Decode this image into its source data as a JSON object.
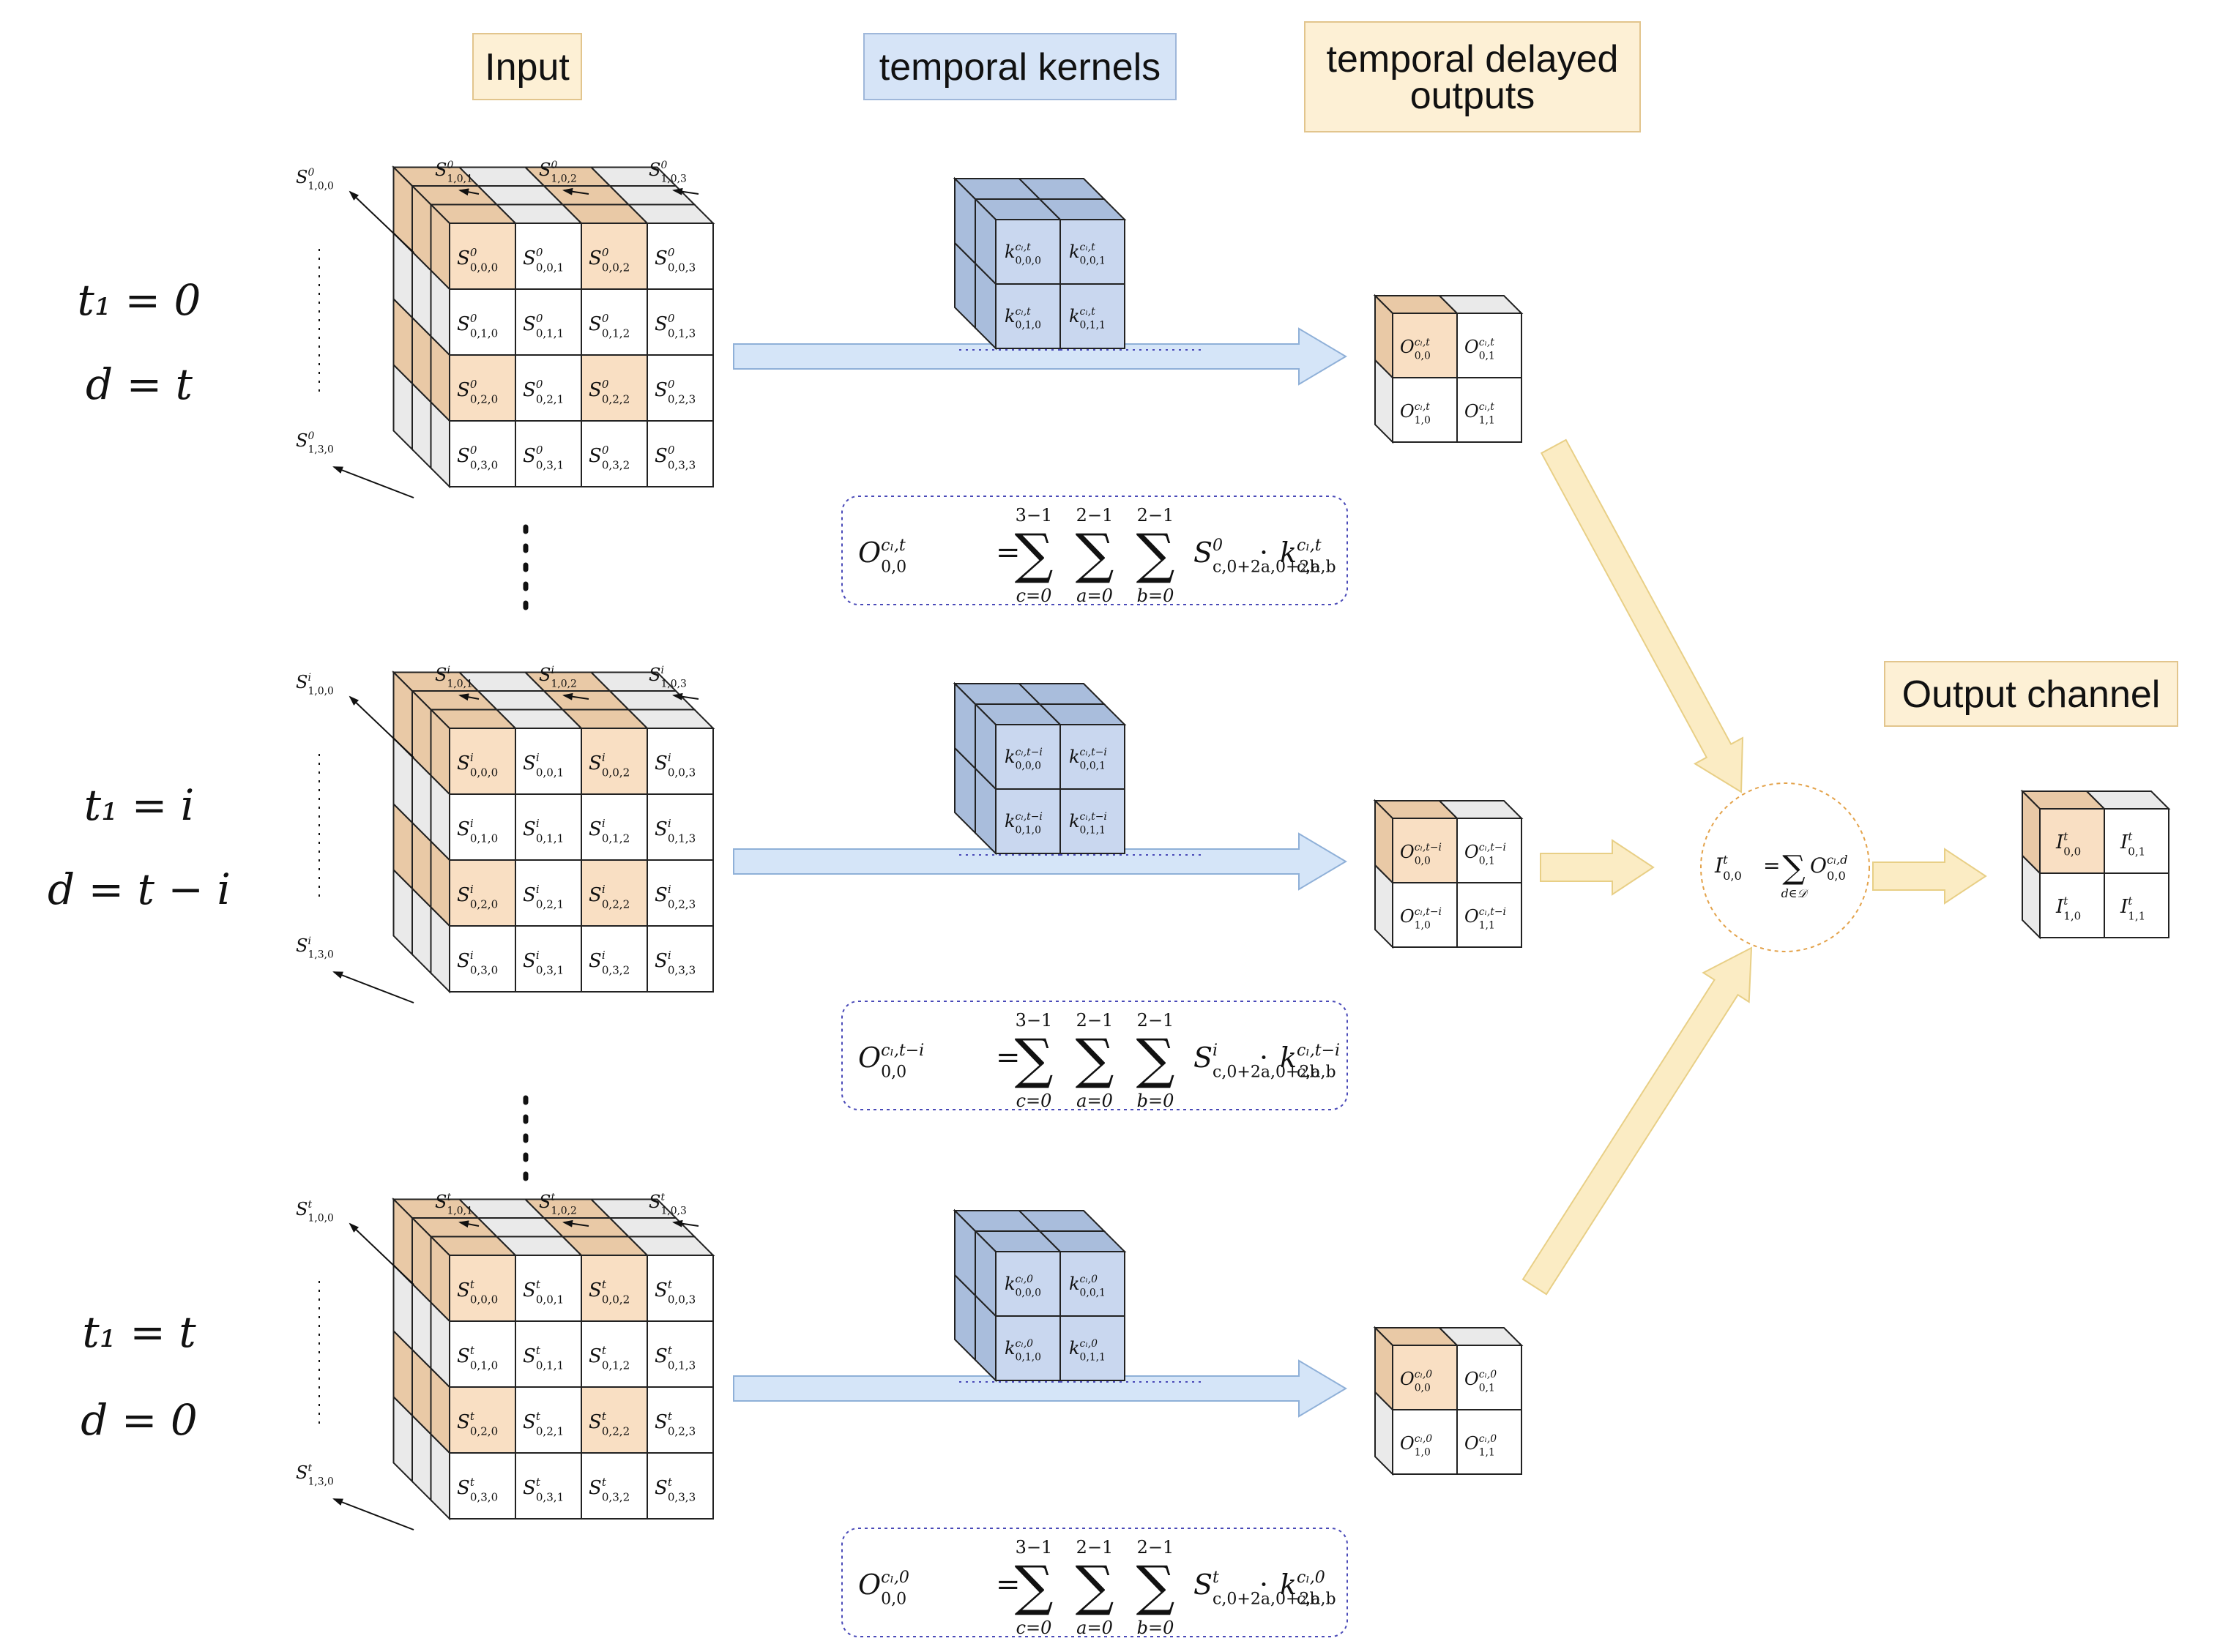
{
  "headers": {
    "input": "Input",
    "kernels": "temporal kernels",
    "delayed_line1": "temporal delayed",
    "delayed_line2": "outputs",
    "output_channel": "Output channel"
  },
  "colors": {
    "peach": "#f9dfc3",
    "peach_dark": "#e9c9a6",
    "blue_header": "#d6e4f7",
    "blue_kernel": "#c9d7ef",
    "blue_kernel_dark": "#a9bddc",
    "arrow_blue": "#d5e5f8",
    "arrow_yellow": "#fbecc4",
    "header_peach": "#fdf0d5",
    "grey_face": "#eaeaea",
    "dotted_blue": "#4a4ab8",
    "circle_orange": "#e3a24a"
  },
  "rows": [
    {
      "row_label_t1": "t₁ = 0",
      "row_label_d": "d = t",
      "sup": "0",
      "side_top": "S",
      "side_top_sub": "1,0,0",
      "side_bottom_sub": "1,3,0",
      "top_subs": [
        "1,0,1",
        "1,0,2",
        "1,0,3"
      ],
      "grid": [
        [
          "0,0,0",
          "0,0,1",
          "0,0,2",
          "0,0,3"
        ],
        [
          "0,1,0",
          "0,1,1",
          "0,1,2",
          "0,1,3"
        ],
        [
          "0,2,0",
          "0,2,1",
          "0,2,2",
          "0,2,3"
        ],
        [
          "0,3,0",
          "0,3,1",
          "0,3,2",
          "0,3,3"
        ]
      ],
      "kernel_sup": "cl,t",
      "kernel_subs": [
        "0,0,0",
        "0,0,1",
        "0,1,0",
        "0,1,1"
      ],
      "out_sup": "cl,t",
      "out_subs": [
        "0,0",
        "0,1",
        "1,0",
        "1,1"
      ],
      "formula_lhs_sup": "cl,t",
      "formula_S_sup": "0",
      "formula_k_sup": "cl,t"
    },
    {
      "row_label_t1": "t₁ = i",
      "row_label_d": "d = t − i",
      "sup": "i",
      "side_top": "S",
      "side_top_sub": "1,0,0",
      "side_bottom_sub": "1,3,0",
      "top_subs": [
        "1,0,1",
        "1,0,2",
        "1,0,3"
      ],
      "grid": [
        [
          "0,0,0",
          "0,0,1",
          "0,0,2",
          "0,0,3"
        ],
        [
          "0,1,0",
          "0,1,1",
          "0,1,2",
          "0,1,3"
        ],
        [
          "0,2,0",
          "0,2,1",
          "0,2,2",
          "0,2,3"
        ],
        [
          "0,3,0",
          "0,3,1",
          "0,3,2",
          "0,3,3"
        ]
      ],
      "kernel_sup": "cl,t−i",
      "kernel_subs": [
        "0,0,0",
        "0,0,1",
        "0,1,0",
        "0,1,1"
      ],
      "out_sup": "cl,t−i",
      "out_subs": [
        "0,0",
        "0,1",
        "1,0",
        "1,1"
      ],
      "formula_lhs_sup": "cl,t−i",
      "formula_S_sup": "i",
      "formula_k_sup": "cl,t−i"
    },
    {
      "row_label_t1": "t₁ = t",
      "row_label_d": "d = 0",
      "sup": "t",
      "side_top": "S",
      "side_top_sub": "1,0,0",
      "side_bottom_sub": "1,3,0",
      "top_subs": [
        "1,0,1",
        "1,0,2",
        "1,0,3"
      ],
      "grid": [
        [
          "0,0,0",
          "0,0,1",
          "0,0,2",
          "0,0,3"
        ],
        [
          "0,1,0",
          "0,1,1",
          "0,1,2",
          "0,1,3"
        ],
        [
          "0,2,0",
          "0,2,1",
          "0,2,2",
          "0,2,3"
        ],
        [
          "0,3,0",
          "0,3,1",
          "0,3,2",
          "0,3,3"
        ]
      ],
      "kernel_sup": "cl,0",
      "kernel_subs": [
        "0,0,0",
        "0,0,1",
        "0,1,0",
        "0,1,1"
      ],
      "out_sup": "cl,0",
      "out_subs": [
        "0,0",
        "0,1",
        "1,0",
        "1,1"
      ],
      "formula_lhs_sup": "cl,0",
      "formula_S_sup": "t",
      "formula_k_sup": "cl,0"
    }
  ],
  "formula": {
    "lhs_base": "O",
    "lhs_sub": "0,0",
    "eq": "=",
    "sum_c_top": "3−1",
    "sum_c_bot": "c=0",
    "sum_a_top": "2−1",
    "sum_a_bot": "a=0",
    "sum_b_top": "2−1",
    "sum_b_bot": "b=0",
    "S_base": "S",
    "S_sub": "c,0+2a,0+2b",
    "dot": "·",
    "k_base": "k",
    "k_sub": "c,a,b"
  },
  "aggregate": {
    "lhs": "I",
    "lhs_sup": "t",
    "lhs_sub": "0,0",
    "eq": "=",
    "sum_bot": "d∈𝒟",
    "rhs": "O",
    "rhs_sup": "cl,d",
    "rhs_sub": "0,0"
  },
  "output_channel": {
    "base": "I",
    "sup": "t",
    "subs": [
      "0,0",
      "0,1",
      "1,0",
      "1,1"
    ]
  },
  "ellipsis": "⋮"
}
